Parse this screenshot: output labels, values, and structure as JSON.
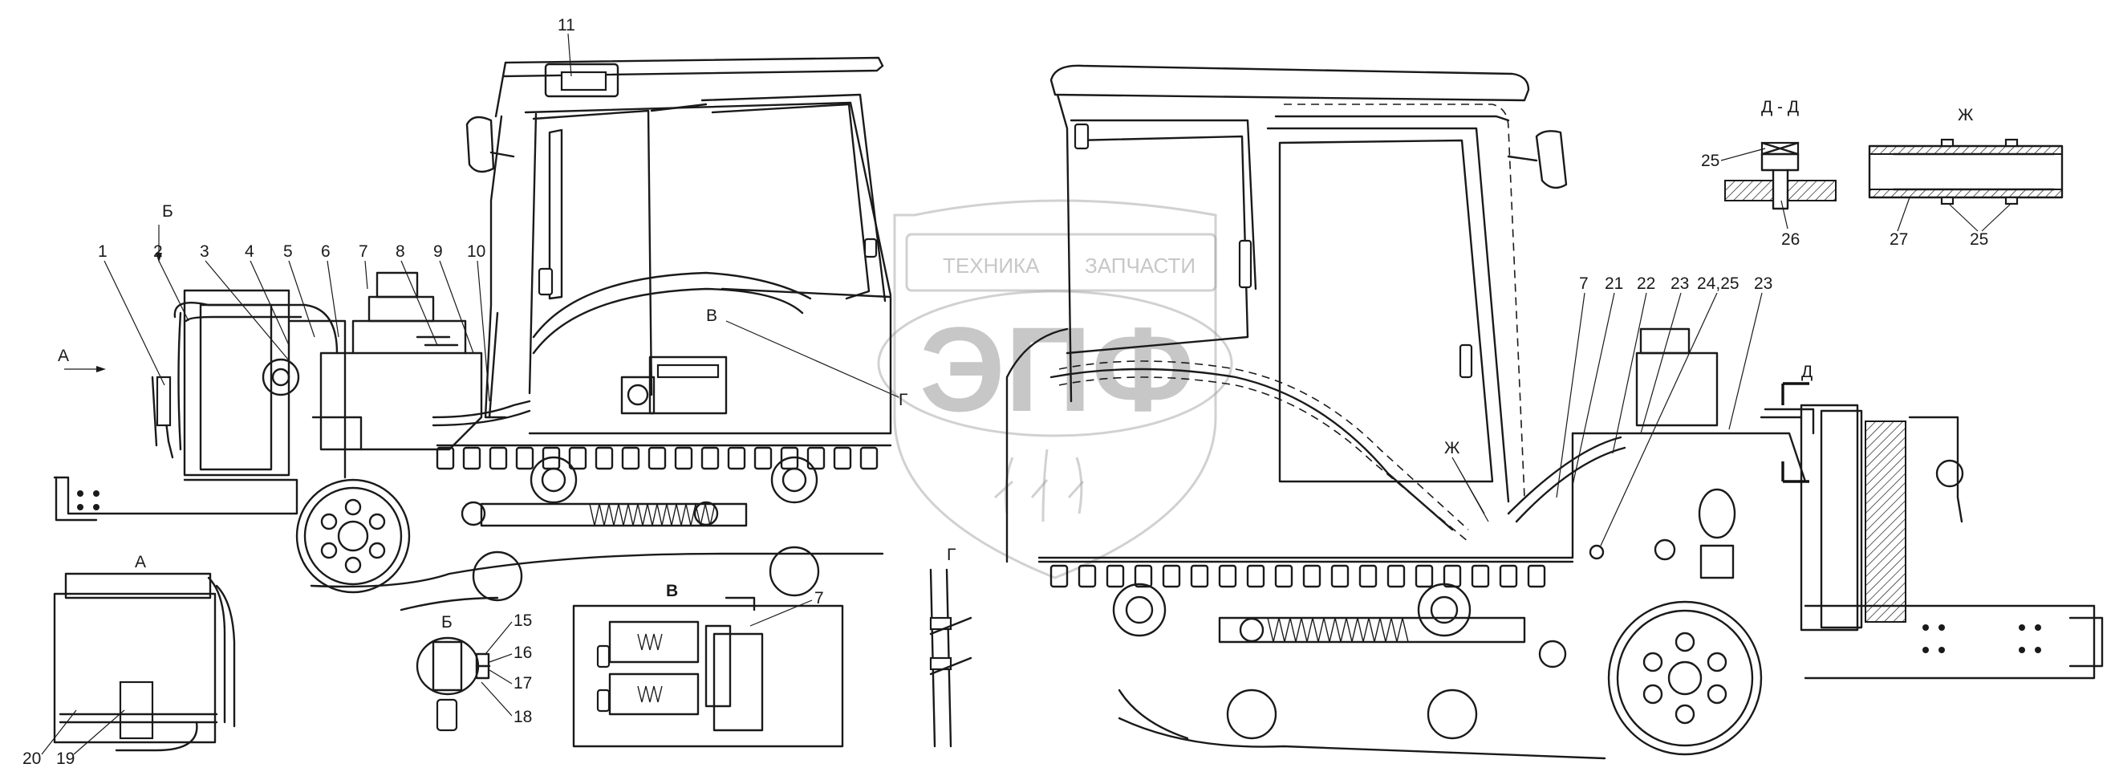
{
  "watermark": {
    "brand_line_left": "ТЕХНИКА",
    "brand_line_right": "ЗАПЧАСТИ",
    "logo_letters": "ЭПФ",
    "color": "#9a9a9a"
  },
  "views": {
    "A": "А",
    "B_view": "Б",
    "V": "В",
    "G": "Г",
    "DD": "Д - Д",
    "D": "Д",
    "ZH": "Ж"
  },
  "callouts_left": [
    "1",
    "2",
    "3",
    "4",
    "5",
    "6",
    "7",
    "8",
    "9",
    "10",
    "11"
  ],
  "callouts_view_a": [
    "20",
    "19"
  ],
  "callouts_view_b": [
    "15",
    "16",
    "17",
    "18"
  ],
  "callout_view_v": "7",
  "callouts_right": [
    "7",
    "21",
    "22",
    "23",
    "24,25",
    "23"
  ],
  "callouts_section_dd": [
    "25",
    "26"
  ],
  "callouts_section_zh": [
    "27",
    "25"
  ],
  "callout_zh_marker": "Ж",
  "callout_g_marker": "Г",
  "callout_v_marker": "В"
}
